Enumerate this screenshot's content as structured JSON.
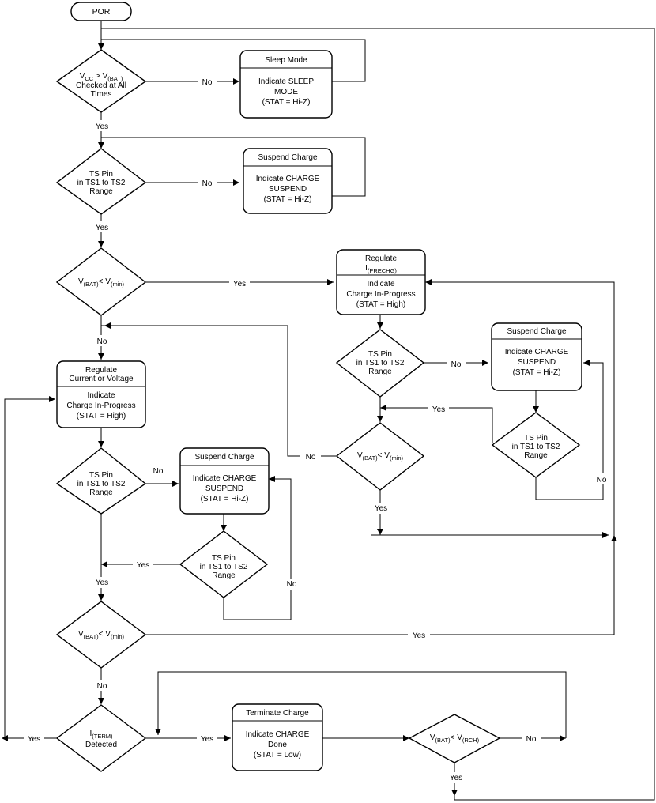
{
  "start": "POR",
  "yes": "Yes",
  "no": "No",
  "d_vcc": {
    "l1": "V",
    "l1_sub": "CC",
    "l1_mid": " > V",
    "l1_sub2": "(BAT)",
    "l2": "Checked at All",
    "l3": "Times"
  },
  "ts_pin": {
    "l1": "TS Pin",
    "l2": "in TS1 to TS2",
    "l3": "Range"
  },
  "vbat_min": {
    "v": "V",
    "sub1": "(BAT)",
    "op": "< V",
    "sub2": "(min)"
  },
  "vbat_rch": {
    "v": "V",
    "sub1": "(BAT)",
    "op": "< V",
    "sub2": "(RCH)"
  },
  "iterm": {
    "i": "I",
    "sub": "(TERM)",
    "l2": "Detected"
  },
  "sleep": {
    "title": "Sleep Mode",
    "l1": "Indicate SLEEP",
    "l2": "MODE",
    "l3": "(STAT = Hi-Z)"
  },
  "suspend": {
    "title": "Suspend Charge",
    "l1": "Indicate CHARGE",
    "l2": "SUSPEND",
    "l3": "(STAT = Hi-Z)"
  },
  "precharge": {
    "t1": "Regulate",
    "t2": "I",
    "t2_sub": "(PRECHG)",
    "l1": "Indicate",
    "l2": "Charge In-Progress",
    "l3": "(STAT = High)"
  },
  "regulate": {
    "t1": "Regulate",
    "t2": "Current or Voltage",
    "l1": "Indicate",
    "l2": "Charge In-Progress",
    "l3": "(STAT = High)"
  },
  "terminate": {
    "title": "Terminate Charge",
    "l1": "Indicate CHARGE",
    "l2": "Done",
    "l3": "(STAT = Low)"
  }
}
